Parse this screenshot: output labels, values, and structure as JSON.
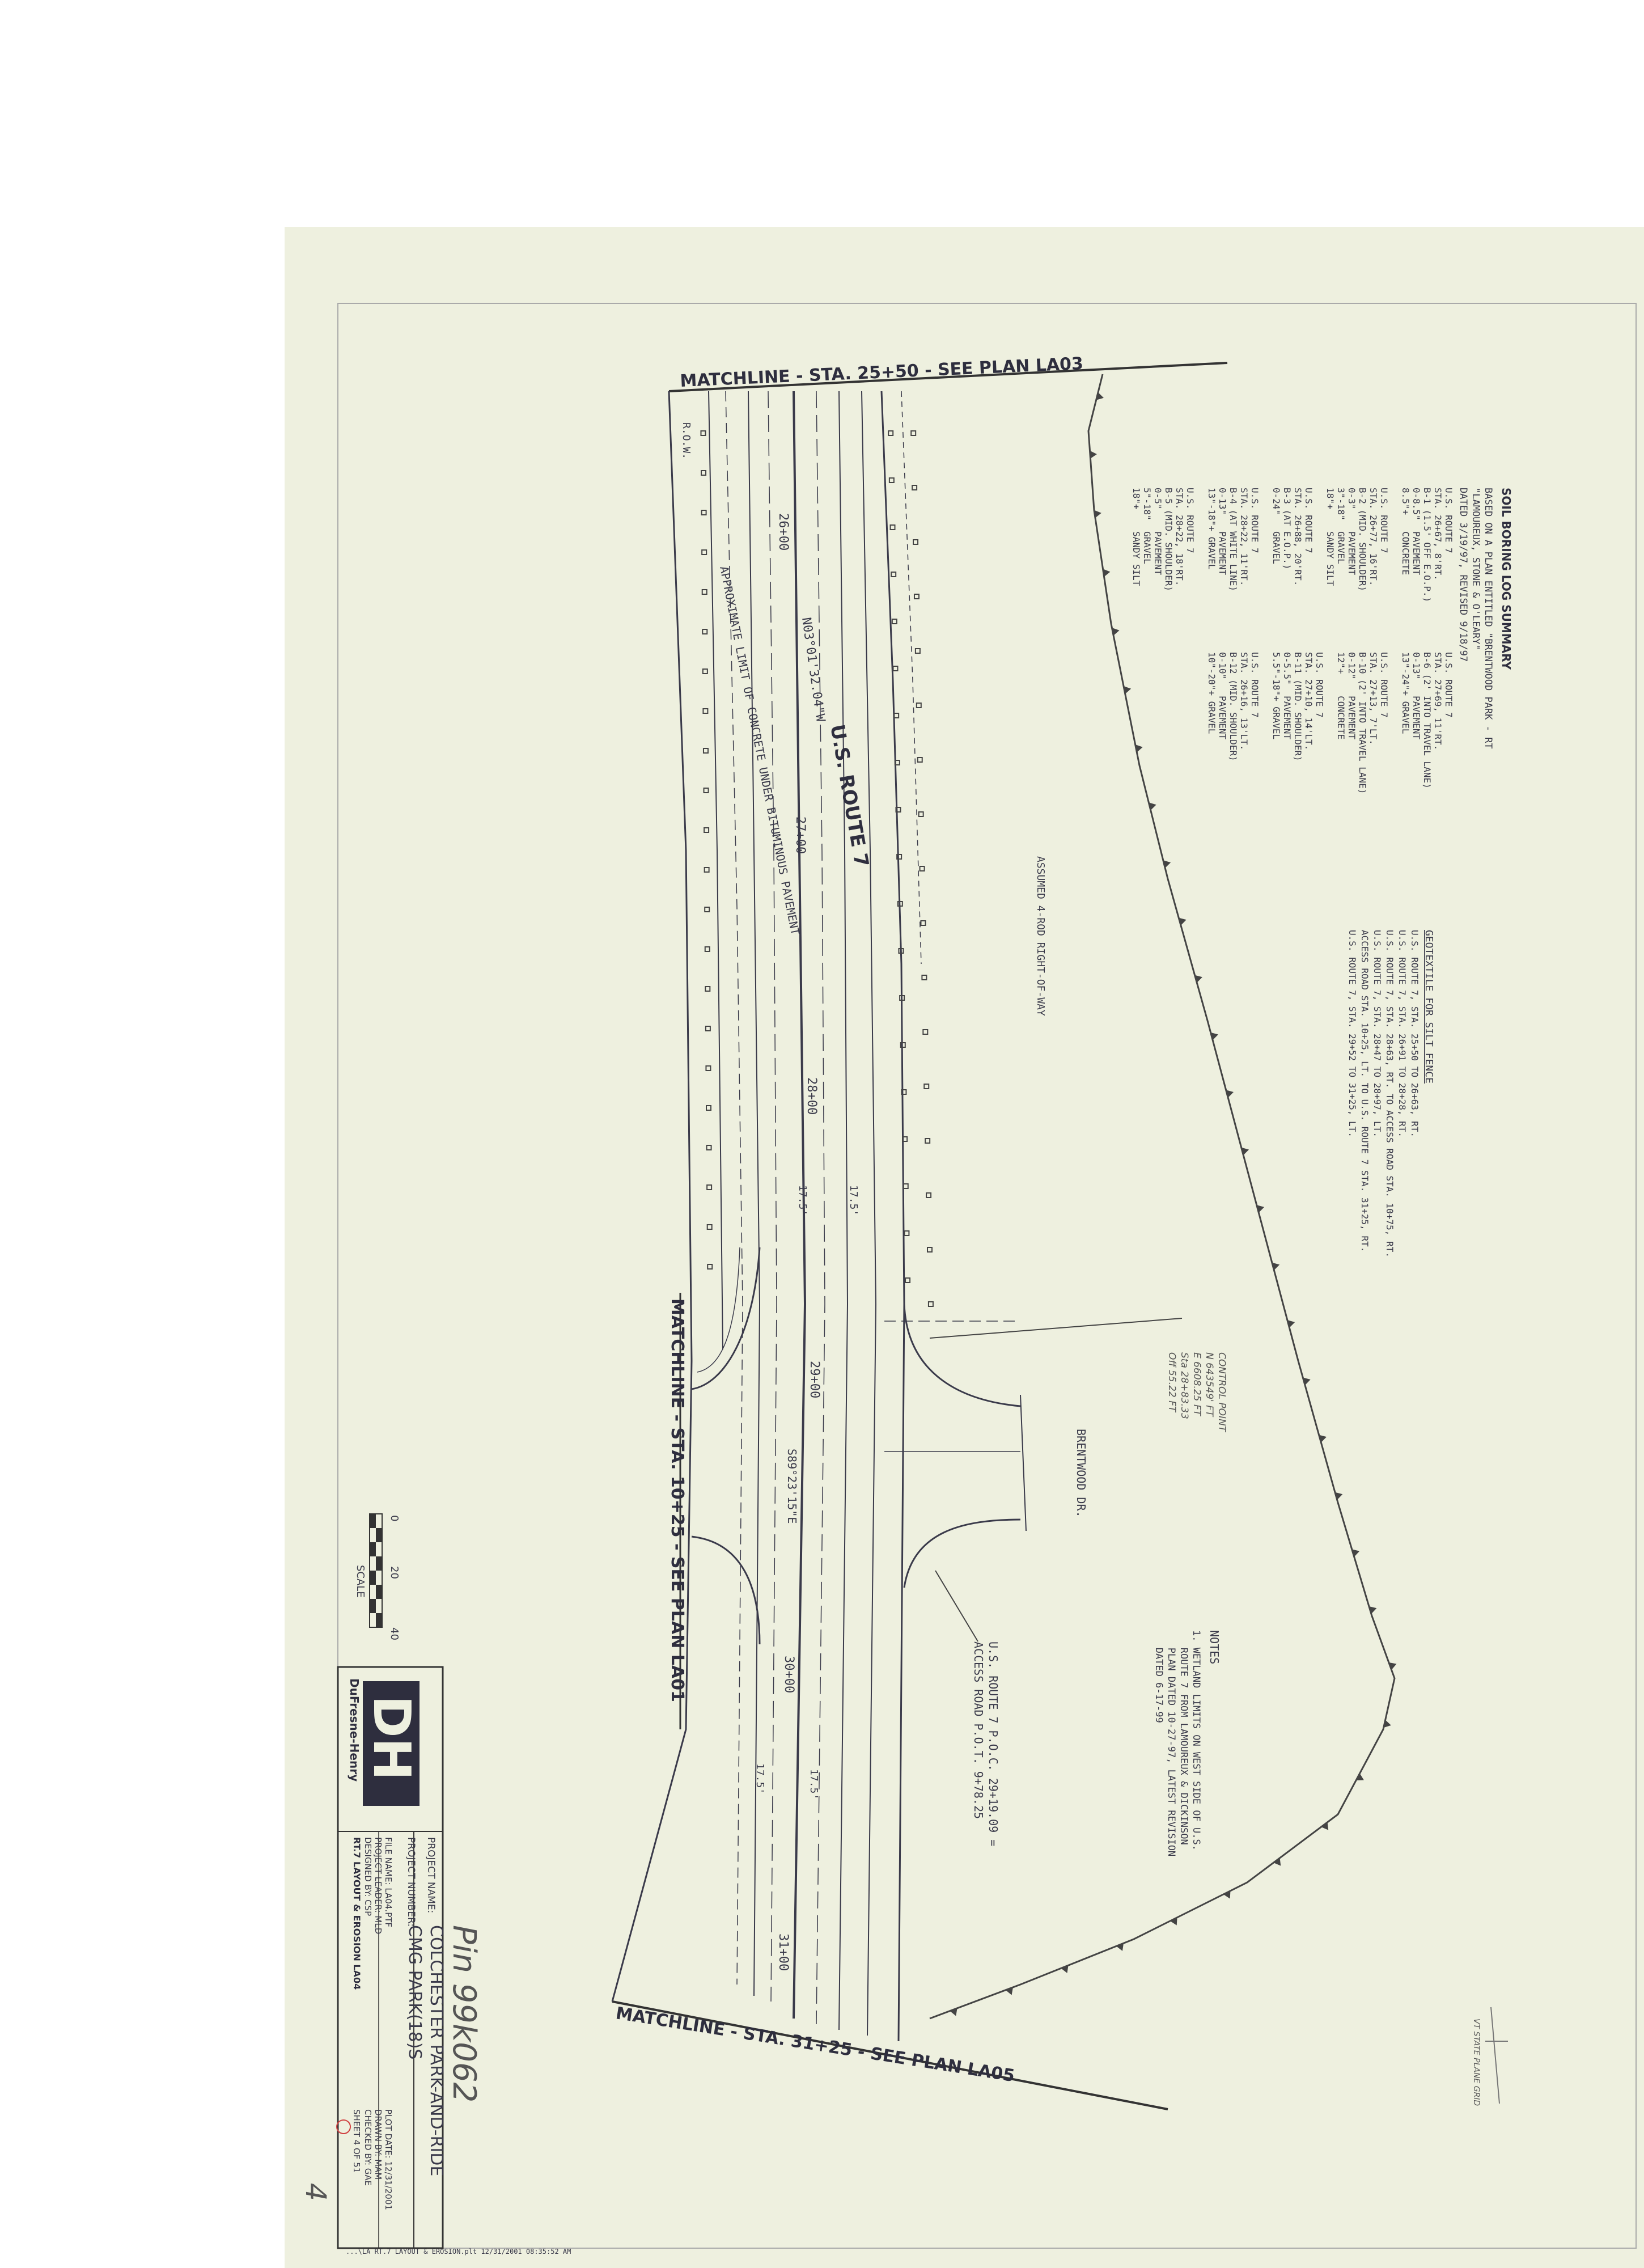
{
  "matchlines": {
    "top": "MATCHLINE - STA. 25+50 - SEE PLAN LA03",
    "middle": "MATCHLINE - STA. 10+25 - SEE PLAN LA01",
    "bottom": "MATCHLINE - STA. 31+25 - SEE PLAN LA05"
  },
  "road_labels": {
    "route": "U.S. ROUTE 7",
    "bearing": "N03°01'32.04\"W",
    "limit_note": "APPROXIMATE LIMIT OF CONCRETE UNDER BITUMINOUS PAVEMENT",
    "row_note": "ASSUMED 4-ROD RIGHT-OF-WAY",
    "brentwood": "BRENTWOOD DR.",
    "bearing2": "S89°23'15\"E",
    "row": "R.O.W.",
    "stations": [
      "26+00",
      "27+00",
      "28+00",
      "29+00",
      "30+00",
      "31+00"
    ],
    "dims": [
      "17.5'",
      "17.5'",
      "17.5'",
      "17.5'"
    ]
  },
  "boring_log": {
    "title": "SOIL BORING LOG SUMMARY",
    "intro": [
      "BASED ON A PLAN ENTITLED \"BRENTWOOD PARK - RT",
      "\"LAMOUREUX, STONE & O'LEARY\"",
      "DATED 3/19/97, REVISED 9/18/97"
    ],
    "col1": [
      "U.S. ROUTE 7",
      "STA. 26+67, 8'RT.",
      "B-1 (1.5' OFF E.O.P.)",
      "0-8.5\"  PAVEMENT",
      "8.5\"+   CONCRETE",
      "",
      "U.S. ROUTE 7",
      "STA. 26+77, 16'RT.",
      "B-2 (MID. SHOULDER)",
      "0-3\"    PAVEMENT",
      "3\"-18\"  GRAVEL",
      "18\"+    SANDY SILT",
      "",
      "U.S. ROUTE 7",
      "STA. 26+88, 20'RT.",
      "B-3 (AT E.O.P.)",
      "0-24\"   GRAVEL",
      "",
      "U.S. ROUTE 7",
      "STA. 28+22, 11'RT.",
      "B-4 (AT WHITE LINE)",
      "0-13\"   PAVEMENT",
      "13\"-18\"+ GRAVEL",
      "",
      "U.S. ROUTE 7",
      "STA. 28+22, 18'RT.",
      "B-5 (MID. SHOULDER)",
      "0-5\"    PAVEMENT",
      "5\"-18\"  GRAVEL",
      "18\"+    SANDY SILT"
    ],
    "col2": [
      "U.S. ROUTE 7",
      "STA. 27+69, 11'RT.",
      "B-6 (2' INTO TRAVEL LANE)",
      "0-13\"   PAVEMENT",
      "13\"-24\"+ GRAVEL",
      "",
      "U.S. ROUTE 7",
      "STA. 27+13, 7'LT.",
      "B-10 (2' INTO TRAVEL LANE)",
      "0-12\"   PAVEMENT",
      "12\"+    CONCRETE",
      "",
      "U.S. ROUTE 7",
      "STA. 27+10, 14'LT.",
      "B-11 (MID. SHOULDER)",
      "0-5.5\"  PAVEMENT",
      "5.5\"-18\"+ GRAVEL",
      "",
      "U.S. ROUTE 7",
      "STA. 26+16, 13'LT.",
      "B-12 (MID. SHOULDER)",
      "0-10\"   PAVEMENT",
      "10\"-20\"+ GRAVEL"
    ]
  },
  "geotextile": {
    "title": "GEOTEXTILE FOR SILT FENCE",
    "lines": [
      "U.S. ROUTE 7, STA. 25+50 TO 26+63, RT.",
      "U.S. ROUTE 7, STA. 26+91 TO 28+28, RT.",
      "U.S. ROUTE 7, STA. 28+63, RT. TO ACCESS ROAD STA. 10+75, RT.",
      "U.S. ROUTE 7, STA. 28+47 TO 28+97, LT.",
      "ACCESS ROAD STA. 10+25, LT. TO U.S. ROUTE 7 STA. 31+25, RT.",
      "U.S. ROUTE 7, STA. 29+52 TO 31+25, LT."
    ]
  },
  "control_point": {
    "lines": [
      "CONTROL POINT",
      "N 643549' FT",
      "E 6608.25 FT",
      "Sta 28+83.33",
      "Off 55.22 FT"
    ]
  },
  "poc": {
    "lines": [
      "U.S. ROUTE 7 P.O.C. 29+19.09 =",
      "ACCESS ROAD P.O.T. 9+78.25"
    ]
  },
  "notes": {
    "title": "NOTES",
    "lines": [
      "1. WETLAND LIMITS ON WEST SIDE OF U.S.",
      "   ROUTE 7 FROM LAMOUREUX & DICKINSON",
      "   PLAN DATED 10-27-97, LATEST REVISION",
      "   DATED 6-17-99"
    ]
  },
  "scale": {
    "label": "SCALE",
    "ticks": [
      "0",
      "20",
      "40"
    ]
  },
  "logo": {
    "mark": "DH",
    "name": "DuFresne-Henry"
  },
  "title_block": {
    "project_name_label": "PROJECT NAME:",
    "project_name": "COLCHESTER PARK-AND-RIDE",
    "project_number_label": "PROJECT NUMBER:",
    "project_number": "CMG PARK(18)S",
    "file_name": "FILE NAME: LA04.PTF",
    "project_leader": "PROJECT LEADER: MLD",
    "designed_by": "DESIGNED BY: CSP",
    "sheet_title": "RT.7 LAYOUT & EROSION  LA04",
    "plot_date": "PLOT DATE: 12/31/2001",
    "drawn_by": "DRAWN BY: MAM",
    "checked_by": "CHECKED BY: GAE",
    "sheet": "SHEET 4  OF 51"
  },
  "handwriting": {
    "pin": "Pin 99k062",
    "page_num": "4",
    "vt_state": "VT STATE PLANE GRID"
  },
  "footer": "...\\LA RT.7 LAYOUT & EROSION.plt 12/31/2001 08:35:52 AM",
  "colors": {
    "paper": "#eef0df",
    "ink": "#3a3a4a"
  }
}
